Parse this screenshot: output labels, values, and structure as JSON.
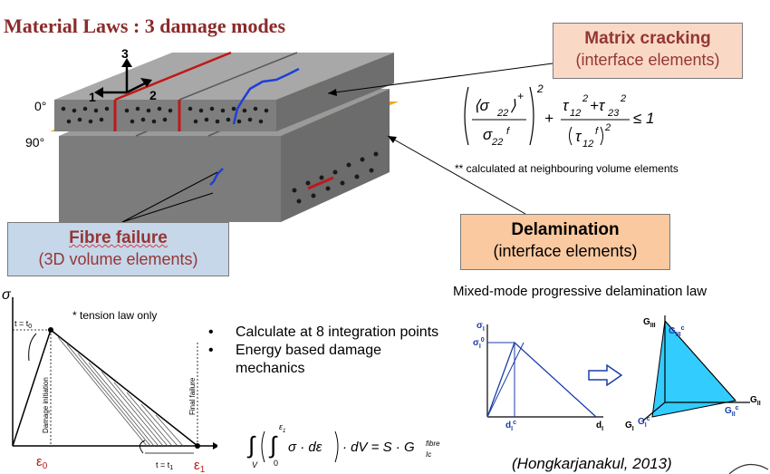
{
  "title": "Material Laws : 3 damage modes",
  "axes3d": {
    "axis3": "3",
    "axis1": "1",
    "axis2": "2"
  },
  "ply_labels": {
    "top": "0°",
    "bottom": "90°"
  },
  "matrix_box": {
    "title": "Matrix cracking",
    "subtitle": "(interface elements)"
  },
  "delamination_box": {
    "title": "Delamination",
    "subtitle": "(interface elements)"
  },
  "fibre_box": {
    "title": "Fibre failure",
    "subtitle": "(3D volume elements)"
  },
  "criterion_note": "** calculated at neighbouring volume elements",
  "mixed_mode_text": "Mixed-mode progressive delamination law",
  "bullets": [
    "Calculate at 8 integration points",
    "Energy based damage mechanics"
  ],
  "citation": "(Hongkarjanakul, 2013)",
  "damage_plot": {
    "tension_note": "* tension law only",
    "y_label": "σ",
    "x_label": "ε",
    "t_top": "t = t",
    "t_top_sub": "0",
    "t_bottom": "t = t",
    "t_bottom_sub": "1",
    "damage_initiation": "Damage initiation",
    "final_failure": "Final failure",
    "eps0": "ε",
    "eps0_sub": "0",
    "eps1": "ε",
    "eps1_sub": "1"
  },
  "mini_plot": {
    "sigma_axis": "σ",
    "sigma_sub": "I",
    "sigma0": "σ",
    "sigma0_sub": "I",
    "sigma0_sup": "0",
    "d_axis": "d",
    "d_sub": "I",
    "d0": "d",
    "d0_sub": "I",
    "d0_sup": "c"
  },
  "triangle_plot": {
    "GIII": "G",
    "GIII_sub": "III",
    "GIIIc": "G",
    "GIIIc_sub": "III",
    "GIIIc_sup": "c",
    "GII": "G",
    "GII_sub": "II",
    "GIIc": "G",
    "GIIc_sub": "II",
    "GIIc_sup": "c",
    "GI": "G",
    "GI_sub": "I",
    "GIc": "G",
    "GIc_sub": "I",
    "GIc_sup": "c"
  },
  "colors": {
    "title": "#8B2A2A",
    "matrix_bg": "#F9D9C6",
    "delam_bg": "#FBC99F",
    "fibre_bg": "#C6D7EA",
    "ply_grey": "#8c8c8c",
    "interface_orange": "#F5A623",
    "crack_blue": "#1f3fd6",
    "fibre_red": "#c01818",
    "triangle_cyan": "#33CCFF"
  }
}
